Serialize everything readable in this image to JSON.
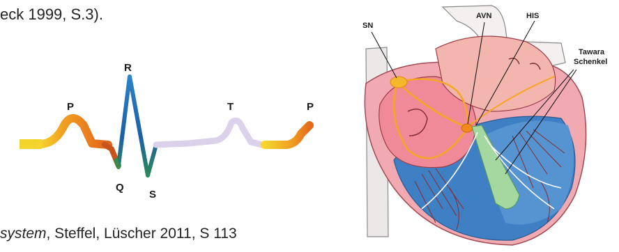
{
  "top_text": "eck 1999, S.3).",
  "caption": {
    "italic": "system",
    "rest": ", Steffel, Lüscher 2011, S 113"
  },
  "ecg": {
    "labels": {
      "p1": "P",
      "r": "R",
      "q": "Q",
      "s": "S",
      "t": "T",
      "p2": "P"
    },
    "colors": {
      "p_wave": "#e8821c",
      "baseline_start": "#f2d02a",
      "qrs": "#1f6fb0",
      "t_wave": "#d8cfe6"
    }
  },
  "heart": {
    "labels": {
      "sn": "SN",
      "avn": "AVN",
      "his": "HIS",
      "tawara_line1": "Tawara",
      "tawara_line2": "Schenkel"
    },
    "colors": {
      "atria": "#f2a0a8",
      "ventricle": "#3f7fc4",
      "conduction": "#f5a623",
      "bundle": "#9ed39a",
      "outline": "#7a2a2a"
    }
  }
}
